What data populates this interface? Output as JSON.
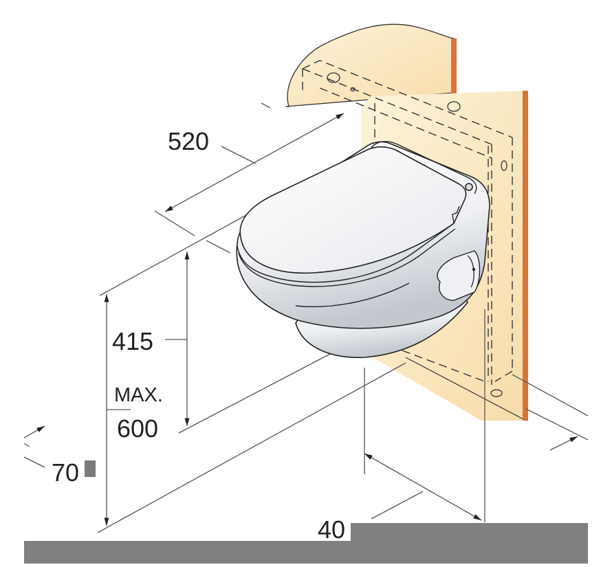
{
  "figure": {
    "subject": "Wall-hung toilet with in-wall frame – installation dimensions",
    "units": "mm",
    "colors": {
      "wall_fill": "#fbe7c0",
      "wall_fill_light": "#fdf1d6",
      "wall_edge": "#d9743a",
      "toilet_fill": "#f4f5f7",
      "toilet_shade": "#c9ccd2",
      "line": "#2a2a2a",
      "dim_line": "#555555",
      "redaction": "#808080"
    }
  },
  "dimensions": {
    "depth": {
      "value": "520",
      "meaning": "overall depth from wall to bowl front"
    },
    "seat_height": {
      "value": "415",
      "meaning": "seat height above floor"
    },
    "max_height": {
      "prefix": "MAX.",
      "value": "600",
      "meaning": "maximum frame height"
    },
    "side_offset": {
      "value": "70",
      "meaning": "offset"
    },
    "width": {
      "value": "40",
      "partial_hidden": "0",
      "meaning": "width (partially occluded)"
    }
  },
  "parts": [
    {
      "name": "toilet-bowl",
      "label": ""
    },
    {
      "name": "toilet-seat-lid",
      "label": ""
    },
    {
      "name": "flush-button",
      "label": ""
    },
    {
      "name": "wall-panel",
      "label": ""
    },
    {
      "name": "in-wall-frame",
      "label": ""
    }
  ]
}
